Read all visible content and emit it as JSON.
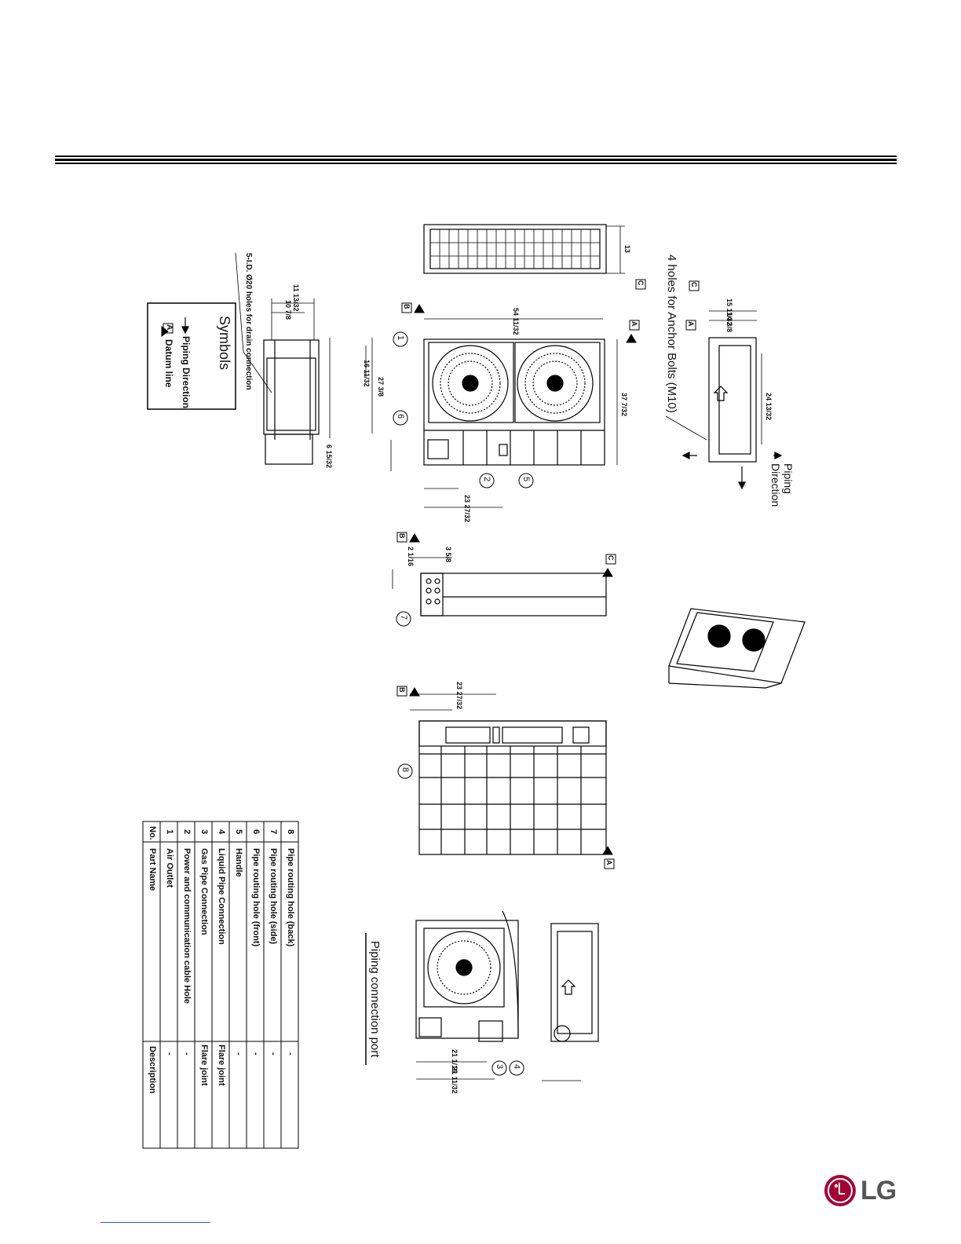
{
  "symbols": {
    "title": "Symbols",
    "piping_direction": "Piping Direction",
    "datum_label": "A",
    "datum_line": "Datum line"
  },
  "notes": {
    "drain_holes": "5-I.D. Ø20 holes for drain connection",
    "anchor_bolts": "4 holes for Anchor Bolts (M10)",
    "piping_direction": [
      "Piping",
      "Direction"
    ],
    "piping_connection_port": "Piping connection port"
  },
  "datums": [
    "A",
    "B",
    "C"
  ],
  "callouts": [
    "1",
    "2",
    "3",
    "4",
    "5",
    "6",
    "7",
    "8"
  ],
  "dimensions": {
    "d_54": "54 11/32",
    "d_37": "37 7/32",
    "d_13": "13",
    "d_15": "15 11/32",
    "d_14": "14 3/8",
    "d_24": "24 13/32",
    "d_27": "27 3/8",
    "d_16": "16 11/32",
    "d_11": "11 13/32",
    "d_10": "10 7/8",
    "d_23": "23 27/32",
    "d_21a": "21 1/16",
    "d_21b": "21 11/32",
    "d_3a": "3 5/8",
    "d_2a": "2 1/16",
    "d_6": "6 15/32"
  },
  "parts_table": {
    "headers": [
      "No.",
      "Part Name",
      "Description"
    ],
    "rows": [
      [
        "1",
        "Air Outlet",
        "-"
      ],
      [
        "2",
        "Power and communication cable Hole",
        "-"
      ],
      [
        "3",
        "Gas Pipe Connection",
        "Flare joint"
      ],
      [
        "4",
        "Liquid Pipe Connection",
        "Flare joint"
      ],
      [
        "5",
        "Handle",
        "-"
      ],
      [
        "6",
        "Pipe routing hole (front)",
        "-"
      ],
      [
        "7",
        "Pipe routing hole (side)",
        "-"
      ],
      [
        "8",
        "Pipe routing hole (back)",
        "-"
      ]
    ]
  },
  "brand": {
    "logo_text": "LG",
    "logo_color": "#a50034"
  }
}
